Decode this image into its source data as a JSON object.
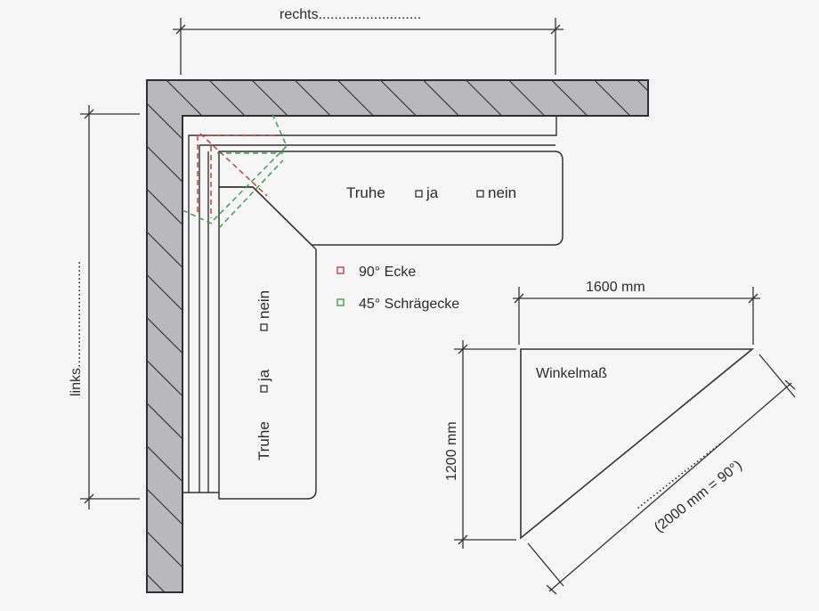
{
  "plan": {
    "top_dimension_label": "rechts..........................",
    "left_dimension_label": "links...........................",
    "top_seat": {
      "title": "Truhe",
      "option_yes": "ja",
      "option_no": "nein"
    },
    "side_seat": {
      "title": "Truhe",
      "option_yes": "ja",
      "option_no": "nein"
    },
    "legend": [
      {
        "label": "90° Ecke",
        "color": "#c0443a"
      },
      {
        "label": "45° Schrägecke",
        "color": "#3f9e4a"
      }
    ]
  },
  "corner_measure": {
    "title": "Winkelmaß",
    "width_label": "1600 mm",
    "height_label": "1200 mm",
    "diagonal_label": "(2000 mm = 90°)",
    "diagonal_dots": "..........................."
  }
}
